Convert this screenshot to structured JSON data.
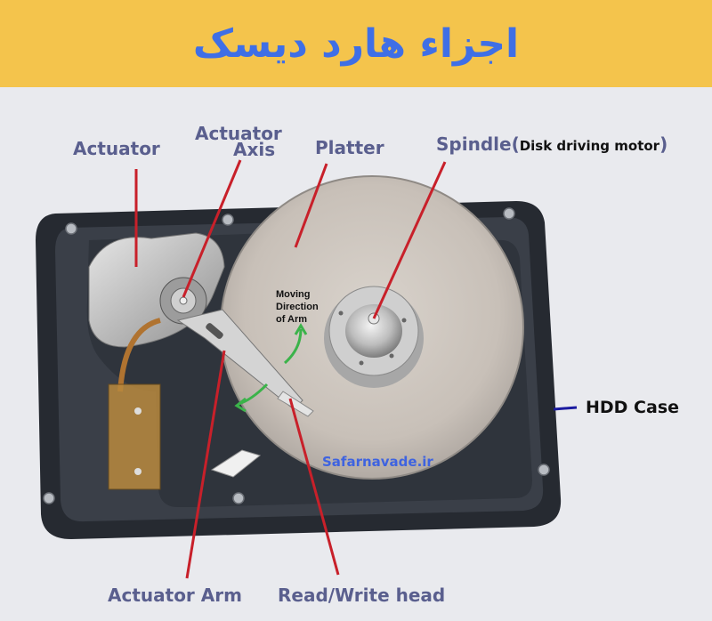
{
  "header": {
    "title": "اجزاء هارد دیسک",
    "background": "#f4c44c",
    "title_color": "#3f6fe6"
  },
  "labels": {
    "actuator": "Actuator",
    "actuator_axis_line1": "Actuator",
    "actuator_axis_line2": "Axis",
    "platter": "Platter",
    "spindle": "Spindle",
    "spindle_paren_open": "(",
    "spindle_desc": "Disk driving motor",
    "spindle_paren_close": ")",
    "hdd_case": "HDD Case",
    "actuator_arm": "Actuator Arm",
    "read_write_head": "Read/Write head"
  },
  "annotation": {
    "line1": "Moving",
    "line2": "Direction",
    "line3": "of Arm"
  },
  "watermark": "Safarnavade.ir",
  "colors": {
    "label_text": "#5a5f8e",
    "callout_line": "#c8202a",
    "case_callout_line": "#1a1aa0",
    "arrow": "#3bb34a",
    "platter": "#c9c2bb",
    "case": "#2c3038"
  }
}
